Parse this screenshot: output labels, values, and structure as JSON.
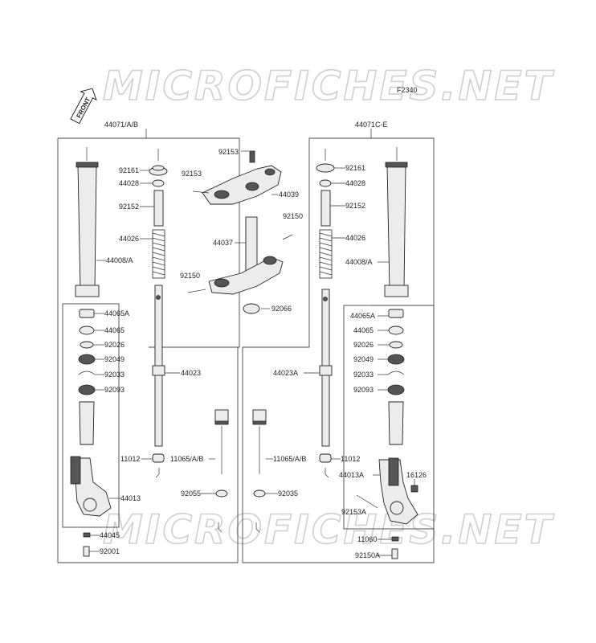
{
  "watermark": "MICROFICHES.NET",
  "figure_code": "F2340",
  "front_label": "FRONT",
  "left_assembly": "44071/A/B",
  "right_assembly": "44071C-E",
  "left_labels": {
    "p92161": "92161",
    "p44028": "44028",
    "p92152": "92152",
    "p44026": "44026",
    "p44008": "44008/A",
    "p44065a": "44065A",
    "p44065": "44065",
    "p92026": "92026",
    "p92049": "92049",
    "p92033": "92033",
    "p92093": "92093",
    "p44023": "44023",
    "p11012": "11012",
    "p11065": "11065/A/B",
    "p92055": "92055",
    "p44013": "44013",
    "p44045": "44045",
    "p92001": "92001"
  },
  "center_labels": {
    "p92153top": "92153",
    "p92153": "92153",
    "p44039": "44039",
    "p92150": "92150",
    "p44037": "44037",
    "p92150b": "92150",
    "p92066": "92066"
  },
  "right_labels": {
    "p92161": "92161",
    "p44028": "44028",
    "p92152": "92152",
    "p44026": "44026",
    "p44008": "44008/A",
    "p44065a": "44065A",
    "p44065": "44065",
    "p92026": "92026",
    "p92049": "92049",
    "p44023a": "44023A",
    "p92033": "92033",
    "p92093": "92093",
    "p11065": "11065/A/B",
    "p11012": "11012",
    "p44013a": "44013A",
    "p16126": "16126",
    "p92035": "92035",
    "p92153a": "92153A",
    "p11060": "11060",
    "p92150a": "92150A"
  }
}
